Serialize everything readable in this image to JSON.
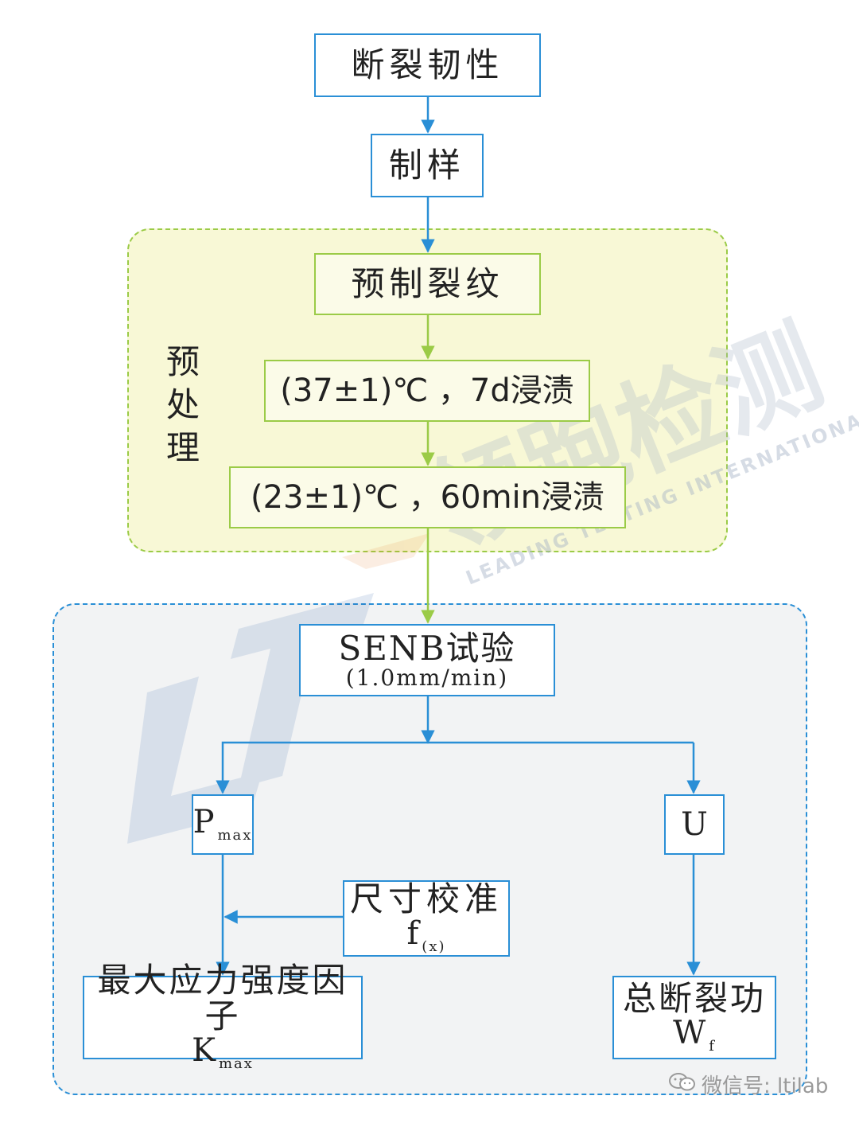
{
  "nodes": {
    "toughness": "断裂韧性",
    "sample": "制样",
    "precrack": "预制裂纹",
    "soak1": "(37±1)℃ ，7d浸渍",
    "soak2": "(23±1)℃ ，60min浸渍",
    "senb_title": "SENB试验",
    "senb_rate": "(1.0mm/min)",
    "pmax_main": "P",
    "pmax_sub": "max",
    "u": "U",
    "calib_title": "尺寸校准",
    "calib_main": "f",
    "calib_sub": "(x)",
    "kmax_title": "最大应力强度因子",
    "kmax_main": "K",
    "kmax_sub": "max",
    "wf_title": "总断裂功",
    "wf_main": "W",
    "wf_sub": "f"
  },
  "pre_label": [
    "预",
    "处",
    "理"
  ],
  "watermark": {
    "cn": "领跑检测",
    "en": "LEADING TESTING INTERNATIONAL"
  },
  "footer": {
    "wechat": "微信号: ltilab"
  },
  "colors": {
    "blue": "#2a8fd6",
    "green": "#9bcb47",
    "pre_bg": "#f8f8d6",
    "test_bg": "#f2f3f4"
  }
}
